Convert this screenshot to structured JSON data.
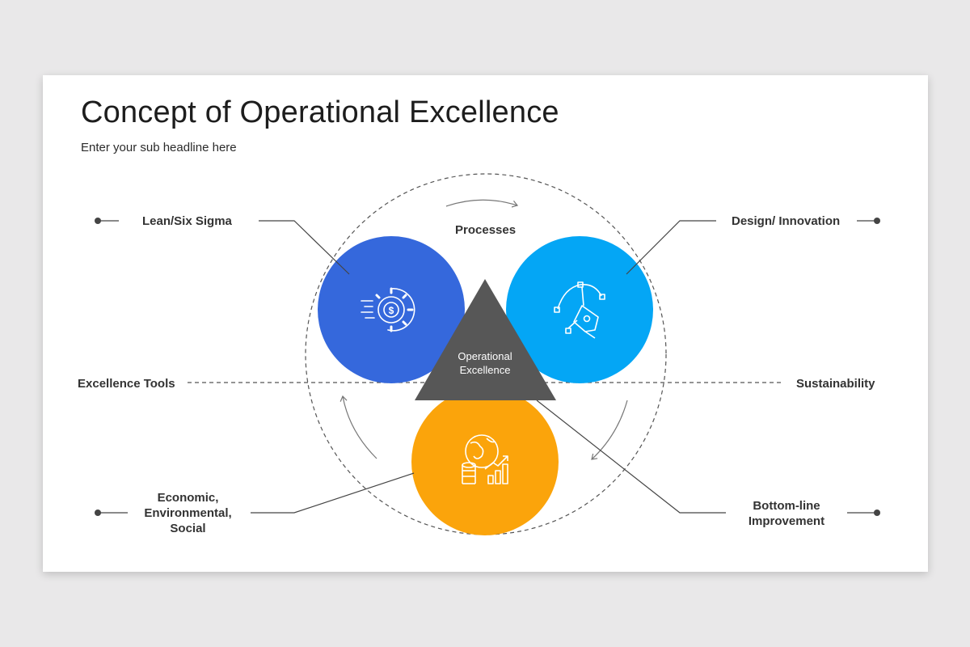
{
  "title": "Concept of Operational Excellence",
  "subtitle": "Enter your sub headline here",
  "center": "Operational Excellence",
  "labels": {
    "lean": "Lean/Six Sigma",
    "processes": "Processes",
    "design": "Design/ Innovation",
    "excellence_tools": "Excellence Tools",
    "sustainability": "Sustainability",
    "economic_1": "Economic,",
    "economic_2": "Environmental,",
    "economic_3": "Social",
    "bottom_1": "Bottom-line",
    "bottom_2": "Improvement"
  },
  "colors": {
    "blue": "#3568dc",
    "light_blue": "#04a6f5",
    "orange": "#fba40b",
    "triangle": "#575757",
    "line": "#555555"
  },
  "icons": {
    "blue": "gear-dollar-icon",
    "light_blue": "pen-tool-icon",
    "orange": "globe-coins-growth-icon"
  }
}
